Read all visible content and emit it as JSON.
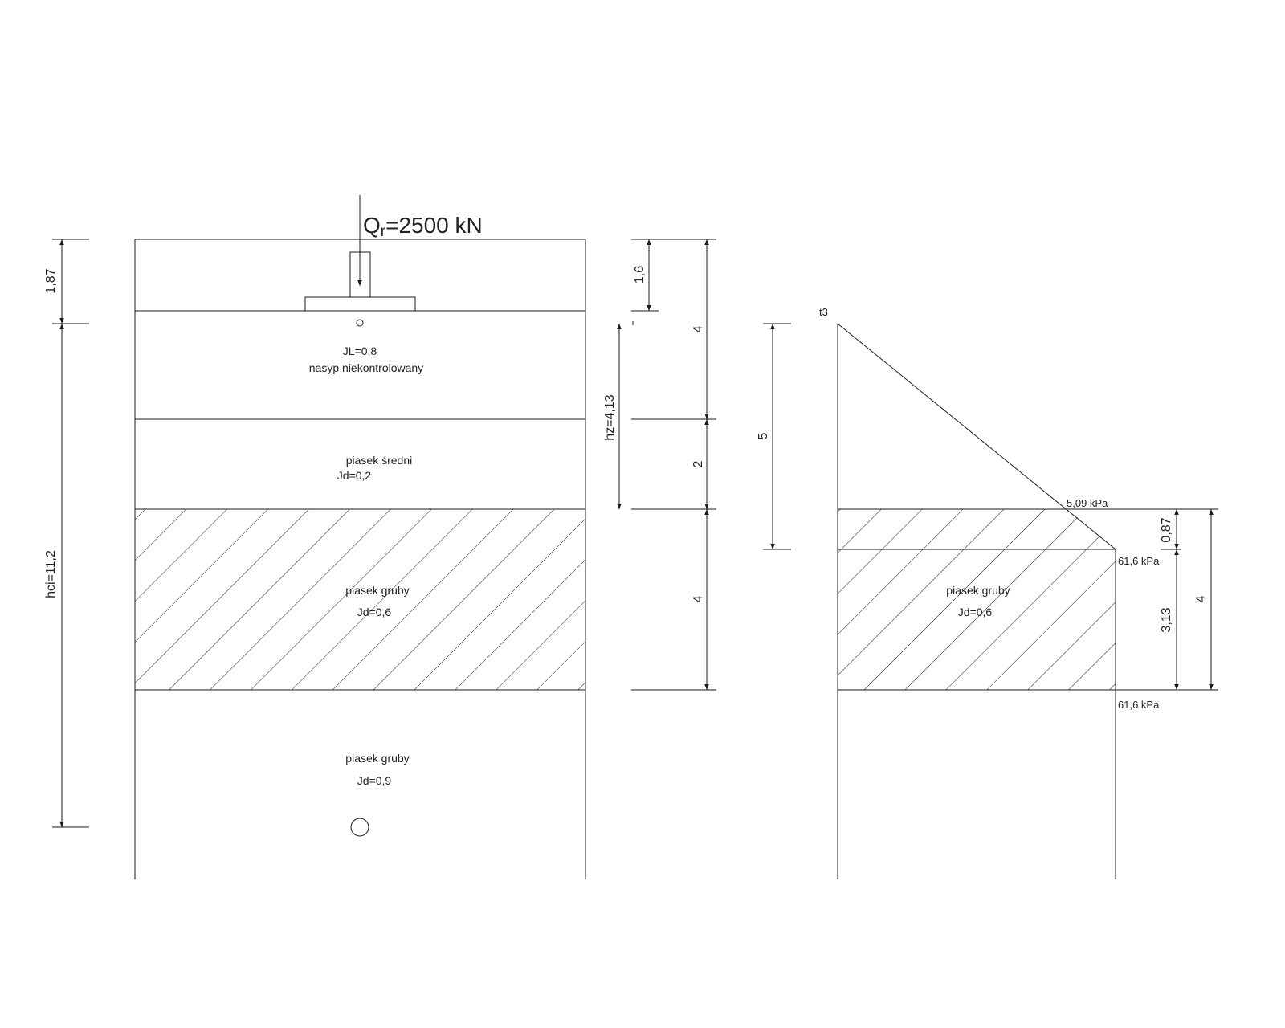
{
  "load": {
    "label_main": "Q",
    "label_sub": "r",
    "label_value": "=2500 kN"
  },
  "left_dims": {
    "top": "1,87",
    "hci": "hci=11,2"
  },
  "layers": [
    {
      "line1": "JL=0,8",
      "line2": "nasyp niekontrolowany"
    },
    {
      "line1": "piasek średni",
      "line2": "Jd=0,2"
    },
    {
      "line1": "piasek gruby",
      "line2": "Jd=0,6"
    },
    {
      "line1": "piasek gruby",
      "line2": "Jd=0,9"
    }
  ],
  "mid_dims": {
    "d1": "1,6",
    "d2": "4",
    "hz": "hz=4,13",
    "d3": "2",
    "d4": "4"
  },
  "right": {
    "dim5": "5",
    "point_label": "t3",
    "val1": "5,09 kPa",
    "val2": "61,6 kPa",
    "val3": "61,6 kPa",
    "layer_line1": "piasek gruby",
    "layer_line2": "Jd=0,6",
    "d087": "0,87",
    "d313": "3,13",
    "d4": "4"
  },
  "colors": {
    "line": "#1a1a1a",
    "text": "#222222",
    "background": "#ffffff"
  }
}
